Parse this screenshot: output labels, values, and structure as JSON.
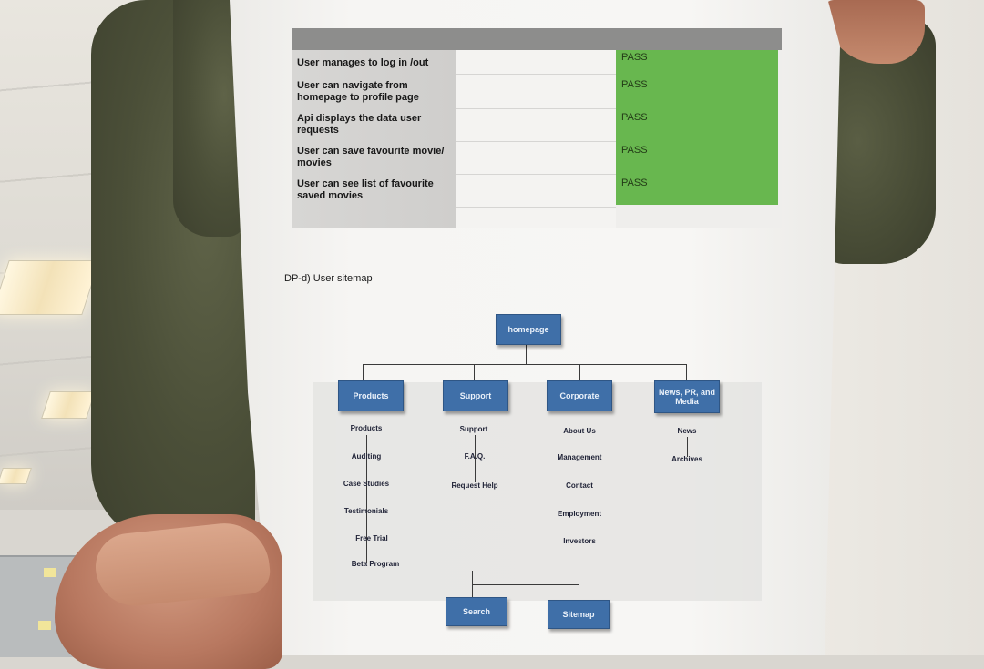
{
  "test_table": {
    "rows": [
      {
        "test": "User manages to log in /out",
        "result": "PASS"
      },
      {
        "test": "User can navigate  from homepage to profile page",
        "result": "PASS"
      },
      {
        "test": "Api displays the data user requests",
        "result": "PASS"
      },
      {
        "test": "User can save favourite movie/ movies",
        "result": "PASS"
      },
      {
        "test": "User can see list of favourite saved movies",
        "result": "PASS"
      }
    ],
    "pass_color": "#68b74f"
  },
  "section_title": "DP-d) User sitemap",
  "sitemap": {
    "root": "homepage",
    "branches": [
      {
        "label": "Products",
        "items": [
          "Products",
          "Auditing",
          "Case Studies",
          "Testimonials",
          "Free Trial",
          "Beta Program"
        ]
      },
      {
        "label": "Support",
        "items": [
          "Support",
          "F.A.Q.",
          "Request Help"
        ]
      },
      {
        "label": "Corporate",
        "items": [
          "About Us",
          "Management",
          "Contact",
          "Employment",
          "Investors"
        ]
      },
      {
        "label": "News, PR, and Media",
        "items": [
          "News",
          "Archives"
        ]
      }
    ],
    "footer": [
      "Search",
      "Sitemap"
    ],
    "box_color": "#3f6fa8"
  }
}
